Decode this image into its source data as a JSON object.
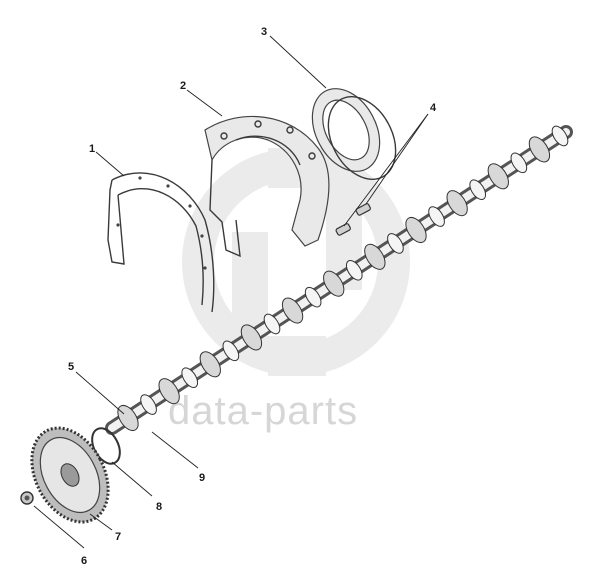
{
  "watermark": {
    "text": "data-parts"
  },
  "callouts": [
    {
      "id": "1",
      "label": "1"
    },
    {
      "id": "2",
      "label": "2"
    },
    {
      "id": "3",
      "label": "3"
    },
    {
      "id": "4",
      "label": "4"
    },
    {
      "id": "5",
      "label": "5"
    },
    {
      "id": "6",
      "label": "6"
    },
    {
      "id": "7",
      "label": "7"
    },
    {
      "id": "8",
      "label": "8"
    },
    {
      "id": "9",
      "label": "9"
    }
  ]
}
